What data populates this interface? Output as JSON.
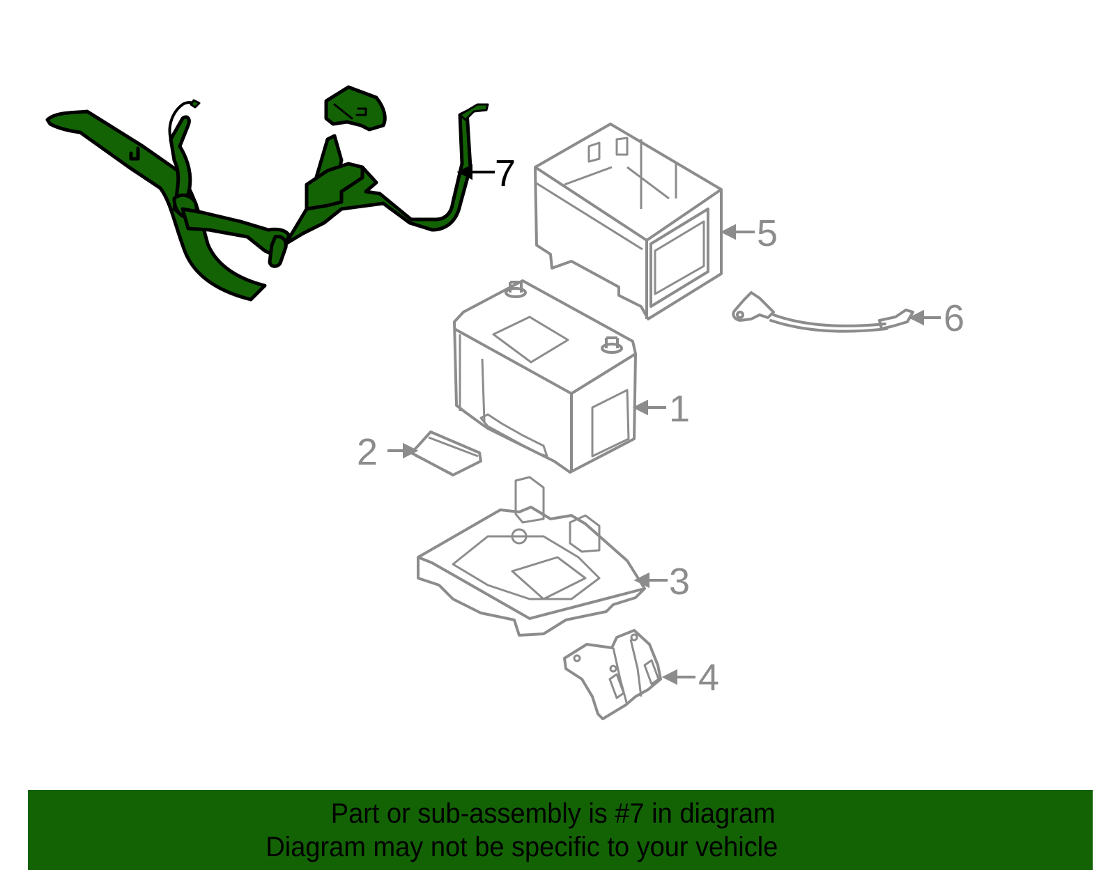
{
  "diagram": {
    "highlight_color": "#136305",
    "part_line_color": "#8c8c8c",
    "callouts": [
      {
        "id": "1",
        "label": "1",
        "part": "battery"
      },
      {
        "id": "2",
        "label": "2",
        "part": "battery-hold-down-insulator"
      },
      {
        "id": "3",
        "label": "3",
        "part": "battery-tray"
      },
      {
        "id": "4",
        "label": "4",
        "part": "tray-bracket"
      },
      {
        "id": "5",
        "label": "5",
        "part": "battery-cover-box"
      },
      {
        "id": "6",
        "label": "6",
        "part": "ground-cable"
      },
      {
        "id": "7",
        "label": "7",
        "part": "battery-cable-harness",
        "highlighted": true
      }
    ]
  },
  "banner": {
    "line1": "Part or sub-assembly is #7 in diagram",
    "line2": "Diagram may not be specific to your vehicle",
    "background": "#136305"
  }
}
